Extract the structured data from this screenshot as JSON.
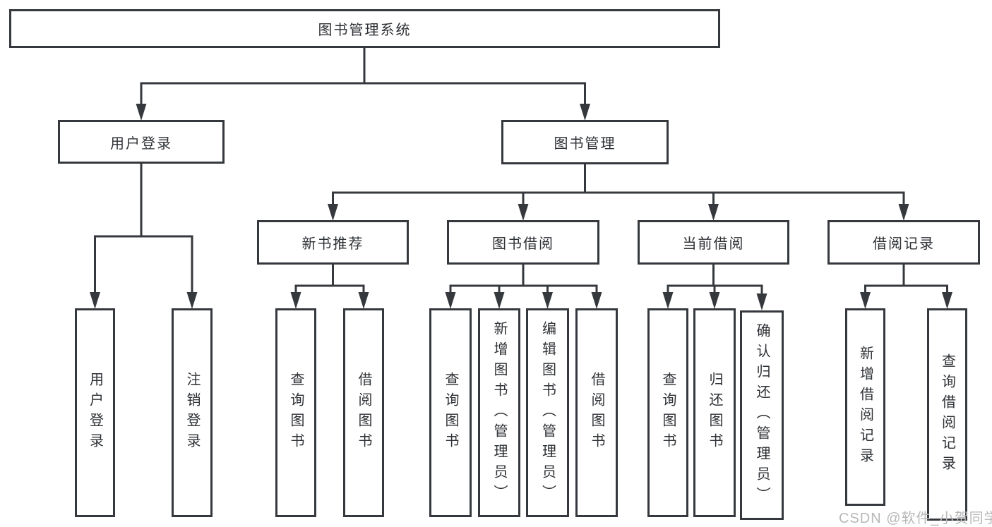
{
  "diagram_type": "hierarchy",
  "tree": {
    "label": "图书管理系统",
    "children": [
      {
        "label": "用户登录",
        "children": [
          {
            "label": "用户登录"
          },
          {
            "label": "注销登录"
          }
        ]
      },
      {
        "label": "图书管理",
        "children": [
          {
            "label": "新书推荐",
            "children": [
              {
                "label": "查询图书"
              },
              {
                "label": "借阅图书"
              }
            ]
          },
          {
            "label": "图书借阅",
            "children": [
              {
                "label": "查询图书"
              },
              {
                "label": "新增图书（管理员）"
              },
              {
                "label": "编辑图书（管理员）"
              },
              {
                "label": "借阅图书"
              }
            ]
          },
          {
            "label": "当前借阅",
            "children": [
              {
                "label": "查询图书"
              },
              {
                "label": "归还图书"
              },
              {
                "label": "确认归还（管理员）"
              }
            ]
          },
          {
            "label": "借阅记录",
            "children": [
              {
                "label": "新增借阅记录"
              },
              {
                "label": "查询借阅记录"
              }
            ]
          }
        ]
      }
    ]
  },
  "watermark": "CSDN @软件_小贺同学",
  "colors": {
    "line": "#35383d",
    "box_border": "#35383d",
    "text": "#2e3135",
    "background": "#ffffff",
    "watermark": "#b8b8b8"
  }
}
